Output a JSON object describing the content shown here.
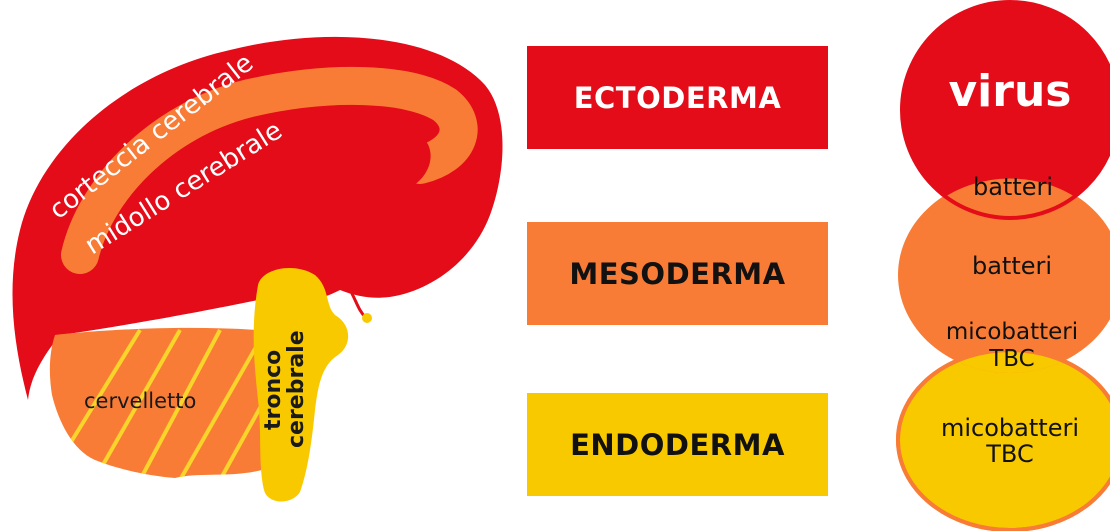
{
  "colors": {
    "ectoderm": "#e30c18",
    "mesoderm": "#f97c36",
    "endoderm": "#f9c900",
    "stripe": "#f9d42a"
  },
  "brain": {
    "corteccia": "corteccia cerebrale",
    "midollo": "midollo cerebrale",
    "cervelletto": "cervelletto",
    "tronco_line1": "tronco",
    "tronco_line2": "cerebrale"
  },
  "layers": {
    "ectoderma": "ECTODERMA",
    "mesoderma": "MESODERMA",
    "endoderma": "ENDODERMA"
  },
  "pathogens": {
    "virus": "virus",
    "batteri_overlap": "batteri",
    "batteri": "batteri",
    "micobatteri_overlap_line1": "micobatteri",
    "micobatteri_overlap_line2": "TBC",
    "micobatteri_line1": "micobatteri",
    "micobatteri_line2": "TBC"
  }
}
